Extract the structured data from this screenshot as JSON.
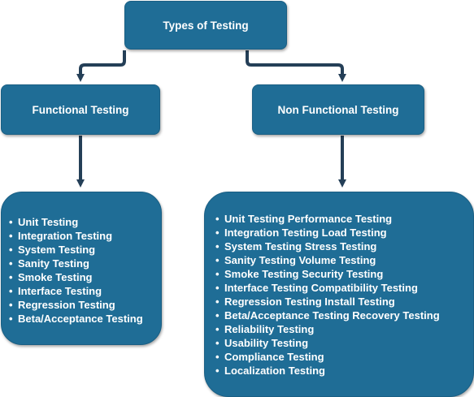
{
  "root": {
    "label": "Types of Testing"
  },
  "branches": [
    {
      "label": "Functional Testing",
      "items": [
        "Unit Testing",
        "Integration Testing",
        "System Testing",
        "Sanity Testing",
        "Smoke Testing",
        "Interface Testing",
        "Regression Testing",
        "Beta/Acceptance Testing"
      ]
    },
    {
      "label": "Non Functional Testing",
      "items": [
        "Unit Testing Performance Testing",
        "Integration Testing Load Testing",
        "System Testing Stress Testing",
        "Sanity Testing Volume Testing",
        "Smoke Testing Security Testing",
        "Interface Testing Compatibility Testing",
        "Regression Testing Install Testing",
        "Beta/Acceptance Testing Recovery Testing",
        "Reliability Testing",
        "Usability Testing",
        "Compliance Testing",
        "Localization Testing"
      ]
    }
  ],
  "colors": {
    "box_fill": "#1f6d96",
    "connector": "#243f57",
    "text": "#ffffff"
  },
  "bullet_glyph": "•"
}
